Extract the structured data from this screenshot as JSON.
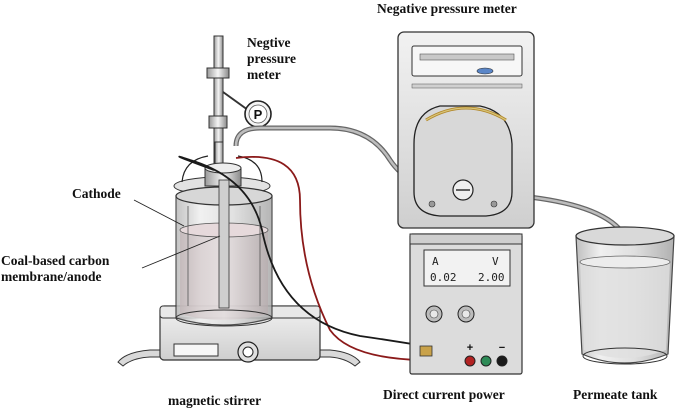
{
  "labels": {
    "negative_pressure_meter_top": "Negative pressure meter",
    "negtive_pressure_meter": [
      "Negtive",
      "pressure",
      "meter"
    ],
    "cathode": "Cathode",
    "membrane_anode": [
      "Coal-based carbon",
      "membrane/anode"
    ],
    "magnetic_stirrer": "magnetic stirrer",
    "direct_current_power": "Direct current power",
    "permeate_tank": "Permeate tank"
  },
  "power_display": {
    "current_unit": "A",
    "voltage_unit": "V",
    "current_value": "0.02",
    "voltage_value": "2.00",
    "plus_sign": "+",
    "minus_sign": "−"
  },
  "gauge_letter": "P",
  "colors": {
    "positive_wire": "#8b1a1a",
    "negative_wire": "#1a1a1a",
    "tube": "#777777",
    "outline": "#333333"
  }
}
